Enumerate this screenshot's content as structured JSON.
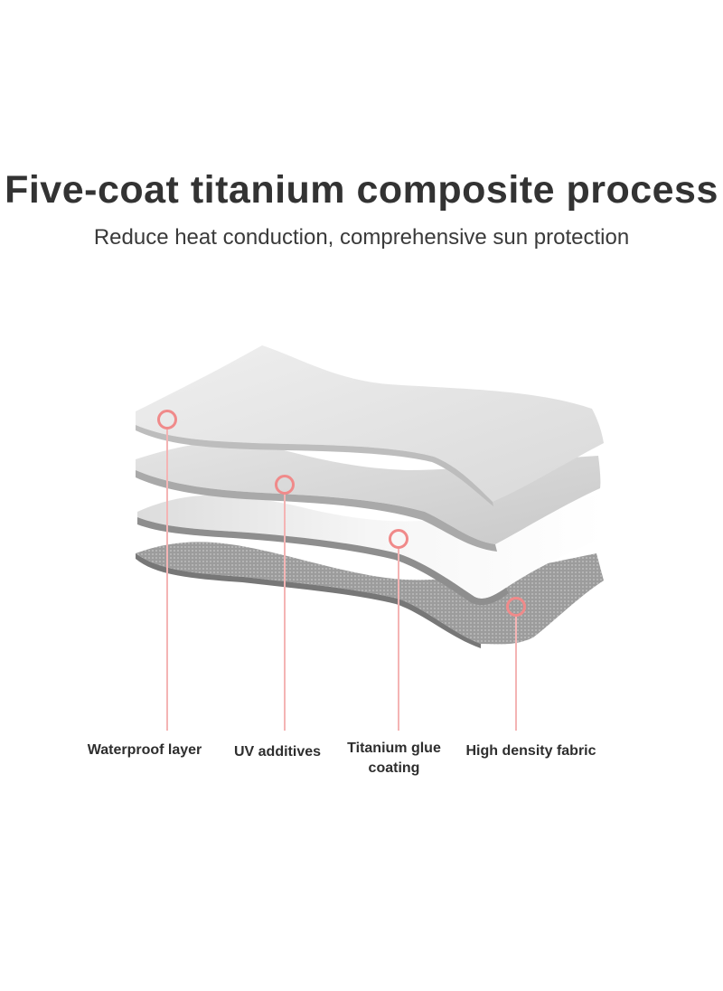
{
  "header": {
    "title": "Five-coat titanium composite process",
    "subtitle": "Reduce heat conduction, comprehensive sun protection"
  },
  "layers": [
    {
      "label_lines": [
        "Waterproof layer"
      ]
    },
    {
      "label_lines": [
        "UV additives"
      ]
    },
    {
      "label_lines": [
        "Titanium glue",
        "coating"
      ]
    },
    {
      "label_lines": [
        "High density fabric"
      ]
    }
  ],
  "colors": {
    "marker": "#f08a8a",
    "leader_line": "#f4b4b4",
    "fabric": "#9a9a9a",
    "title_text": "#333333"
  }
}
